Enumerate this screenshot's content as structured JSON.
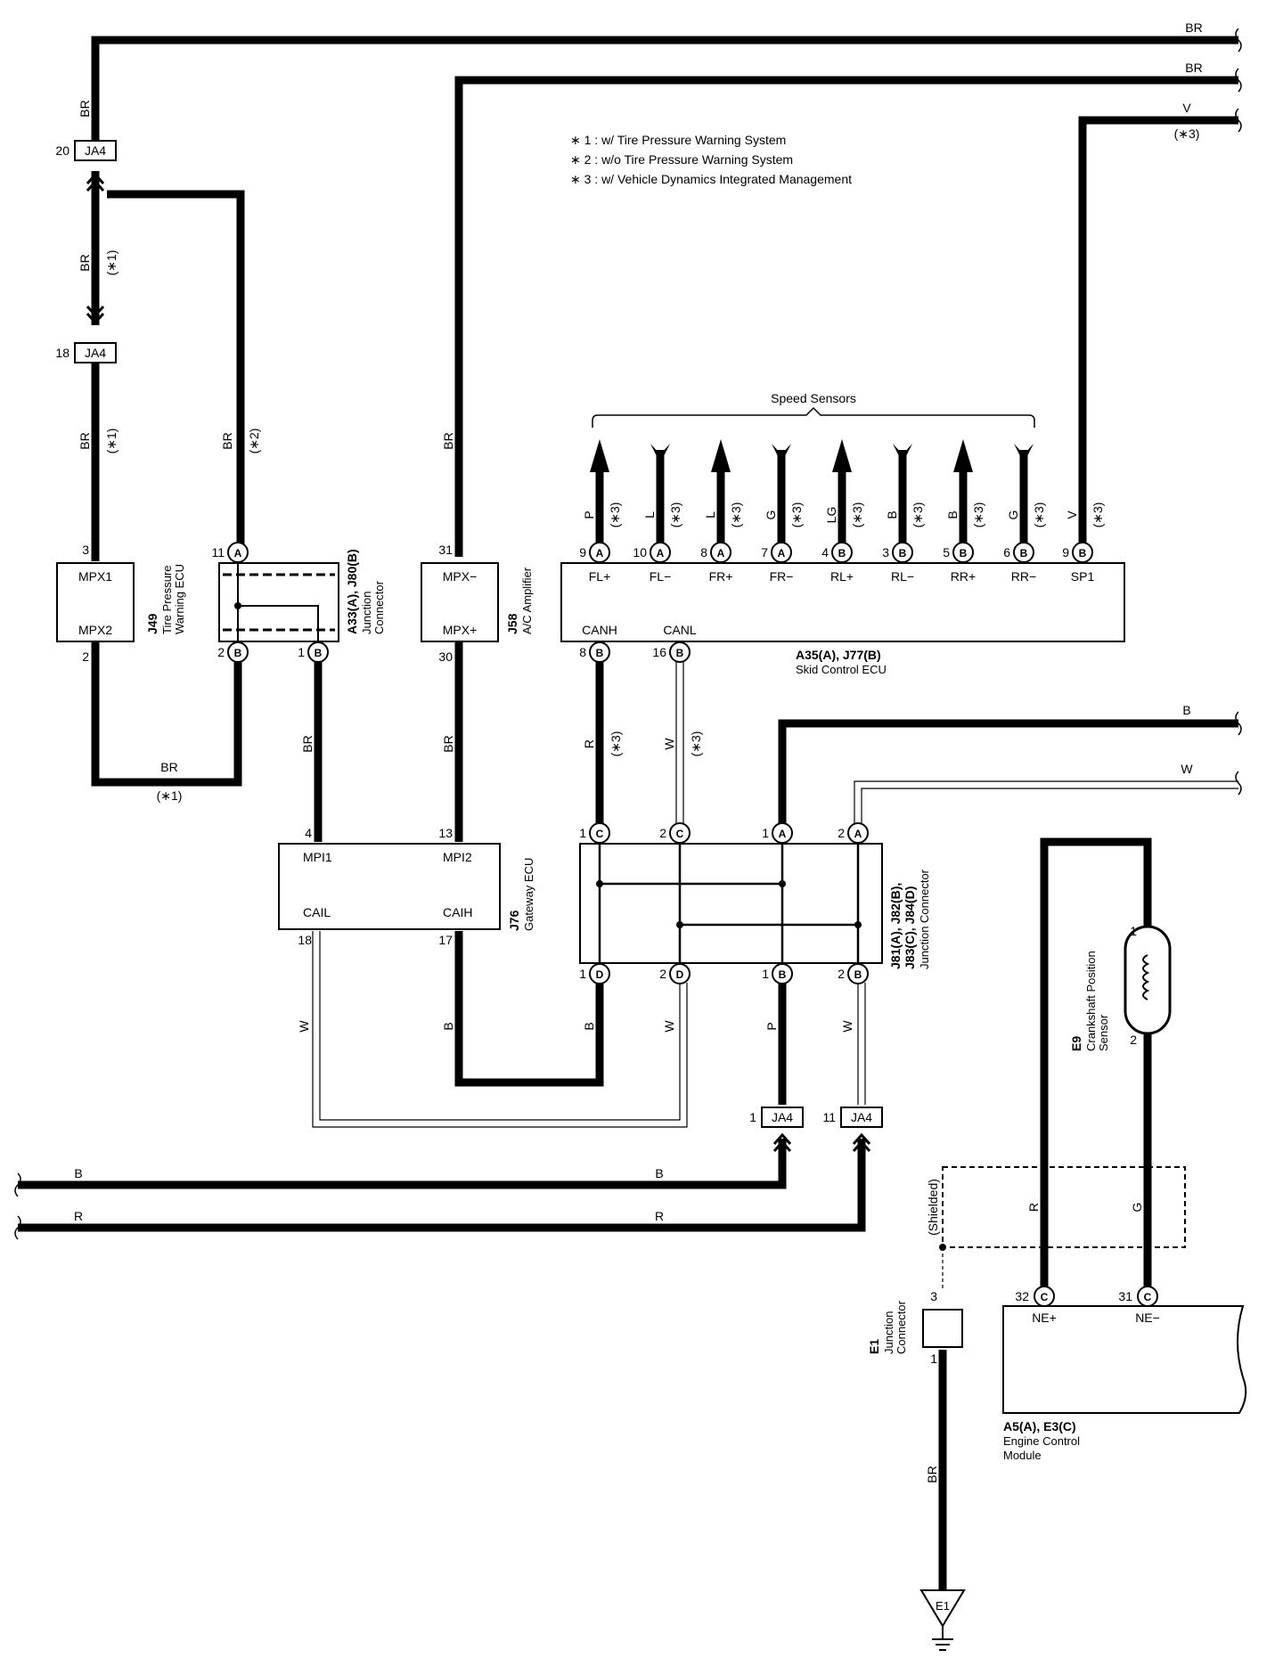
{
  "notes": {
    "n1": "∗ 1 : w/ Tire Pressure Warning System",
    "n2": "∗ 2 : w/o Tire Pressure Warning System",
    "n3": "∗ 3 : w/ Vehicle Dynamics Integrated Management"
  },
  "wires": {
    "br": "BR",
    "v": "V",
    "b": "B",
    "w": "W",
    "r": "R",
    "p": "P",
    "g": "G",
    "l": "L",
    "lg": "LG"
  },
  "marks": {
    "s1": "(∗1)",
    "s2": "(∗2)",
    "s3": "(∗3)"
  },
  "connectors": {
    "ja4": "JA4",
    "e1": "E1"
  },
  "tpw_ecu": {
    "code": "J49",
    "name1": "Tire Pressure",
    "name2": "Warning ECU",
    "p1": "MPX1",
    "p2": "MPX2",
    "pin1": "3",
    "pin2": "2"
  },
  "jc_a33": {
    "code": "A33(A), J80(B)",
    "name1": "Junction",
    "name2": "Connector",
    "pinA": "11",
    "pinB2": "2",
    "pinB1": "1",
    "letA": "A",
    "letB": "B"
  },
  "ac_amp": {
    "code": "J58",
    "name": "A/C Amplifier",
    "p1": "MPX−",
    "p2": "MPX+",
    "pin1": "31",
    "pin2": "30"
  },
  "skid": {
    "code": "A35(A), J77(B)",
    "name": "Skid Control ECU",
    "title": "Speed Sensors",
    "pins": [
      {
        "num": "9",
        "let": "A",
        "label": "FL+",
        "wire": "P"
      },
      {
        "num": "10",
        "let": "A",
        "label": "FL−",
        "wire": "L"
      },
      {
        "num": "8",
        "let": "A",
        "label": "FR+",
        "wire": "L"
      },
      {
        "num": "7",
        "let": "A",
        "label": "FR−",
        "wire": "G"
      },
      {
        "num": "4",
        "let": "B",
        "label": "RL+",
        "wire": "LG"
      },
      {
        "num": "3",
        "let": "B",
        "label": "RL−",
        "wire": "B"
      },
      {
        "num": "5",
        "let": "B",
        "label": "RR+",
        "wire": "B"
      },
      {
        "num": "6",
        "let": "B",
        "label": "RR−",
        "wire": "G"
      },
      {
        "num": "9",
        "let": "B",
        "label": "SP1",
        "wire": "V"
      }
    ],
    "canh": "CANH",
    "canl": "CANL",
    "canh_pin": "8",
    "canl_pin": "16"
  },
  "gateway": {
    "code": "J76",
    "name": "Gateway ECU",
    "mpi1": "MPI1",
    "mpi2": "MPI2",
    "cail": "CAIL",
    "caih": "CAIH",
    "pin4": "4",
    "pin13": "13",
    "pin18": "18",
    "pin17": "17"
  },
  "jc_j81": {
    "code1": "J81(A), J82(B),",
    "code2": "J83(C), J84(D)",
    "name": "Junction Connector",
    "top": [
      {
        "num": "1",
        "let": "C"
      },
      {
        "num": "2",
        "let": "C"
      },
      {
        "num": "1",
        "let": "A"
      },
      {
        "num": "2",
        "let": "A"
      }
    ],
    "bot": [
      {
        "num": "1",
        "let": "D"
      },
      {
        "num": "2",
        "let": "D"
      },
      {
        "num": "1",
        "let": "B"
      },
      {
        "num": "2",
        "let": "B"
      }
    ]
  },
  "ja4_pins": {
    "p20": "20",
    "p18": "18",
    "p1": "1",
    "p11": "11"
  },
  "crank": {
    "code": "E9",
    "name1": "Crankshaft Position",
    "name2": "Sensor",
    "pin1": "1",
    "pin2": "2"
  },
  "shielded": "(Shielded)",
  "e1_jc": {
    "code": "E1",
    "name1": "Junction",
    "name2": "Connector",
    "pin3": "3",
    "pin1": "1"
  },
  "ecm": {
    "code": "A5(A), E3(C)",
    "name1": "Engine Control",
    "name2": "Module",
    "ne_p": "NE+",
    "ne_m": "NE−",
    "pin32": "32",
    "pin31": "31",
    "let": "C"
  }
}
